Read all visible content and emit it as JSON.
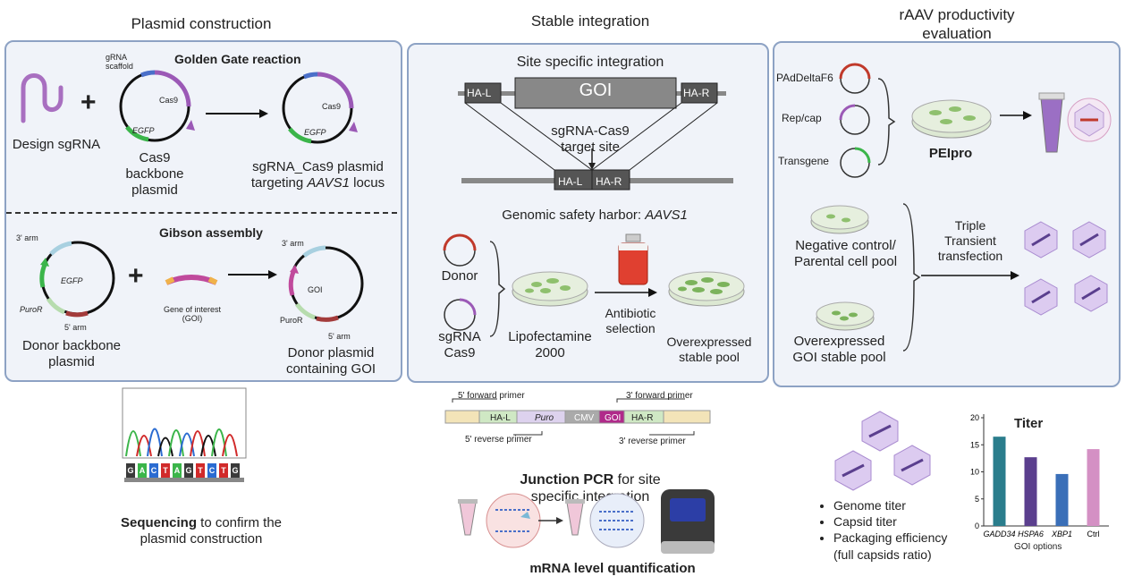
{
  "sections": {
    "plasmid": "Plasmid construction",
    "stable": "Stable integration",
    "raav": "rAAV productivity\nevaluation"
  },
  "plasmid": {
    "golden_gate": "Golden Gate reaction",
    "design_sgrna": "Design sgRNA",
    "grna_scaffold": "gRNA\nscaffold",
    "cas9": "Cas9",
    "egfp": "EGFP",
    "cas9_backbone": "Cas9\nbackbone\nplasmid",
    "sgrna_plasmid_l1": "sgRNA_Cas9 plasmid",
    "sgrna_plasmid_l2": "targeting ",
    "sgrna_plasmid_locus": "AAVS1",
    "sgrna_plasmid_l2b": " locus",
    "gibson": "Gibson assembly",
    "arm3": "3' arm",
    "arm5": "5' arm",
    "puror": "PuroR",
    "goi": "GOI",
    "gene_of_interest": "Gene of interest\n(GOI)",
    "donor_backbone": "Donor backbone\nplasmid",
    "donor_goi": "Donor plasmid\ncontaining GOI",
    "seq_letters": [
      "G",
      "A",
      "C",
      "T",
      "A",
      "G",
      "T",
      "C",
      "T",
      "G"
    ],
    "sequencing_bold": "Sequencing",
    "sequencing_rest": " to confirm the\nplasmid construction"
  },
  "stable": {
    "site_specific": "Site specific integration",
    "hal": "HA-L",
    "goi": "GOI",
    "har": "HA-R",
    "target_site": "sgRNA-Cas9\ntarget site",
    "safety_harbor": "Genomic safety harbor: ",
    "safety_locus": "AAVS1",
    "donor": "Donor",
    "sgrna_cas9": "sgRNA\nCas9",
    "lipofectamine": "Lipofectamine\n2000",
    "antibiotic": "Antibiotic\nselection",
    "overexpressed": "Overexpressed\nstable pool",
    "fwd5": "5' forward primer",
    "rev5": "5' reverse primer",
    "fwd3": "3' forward primer",
    "rev3": "3' reverse primer",
    "seg_hal": "HA-L",
    "seg_puro": "Puro",
    "seg_cmv": "CMV",
    "seg_goi": "GOI",
    "seg_har": "HA-R",
    "junction_bold": "Junction PCR",
    "junction_rest": " for site\nspecific integration",
    "mrna": "mRNA level quantification"
  },
  "raav": {
    "padelta": "PAdDeltaF6",
    "repcap": "Rep/cap",
    "transgene": "Transgene",
    "peipro": "PEIpro",
    "neg_control": "Negative control/\nParental cell pool",
    "overexpressed_goi": "Overexpressed\nGOI stable pool",
    "triple": "Triple\nTransient\ntransfection",
    "bullets": [
      "Genome titer",
      "Capsid titer",
      "Packaging efficiency\n(full capsids ratio)"
    ]
  },
  "chart_data": {
    "type": "bar",
    "title": "Titer",
    "categories": [
      "GADD34",
      "HSPA6",
      "XBP1",
      "Ctrl"
    ],
    "values": [
      16.5,
      12.7,
      9.6,
      14.2
    ],
    "colors": [
      "#2a7d8c",
      "#5b3f8e",
      "#3a6fb8",
      "#d490c4"
    ],
    "xlabel": "GOI options",
    "ylabel": "",
    "ylim": [
      0,
      20
    ],
    "yticks": [
      "0",
      "5",
      "10",
      "15",
      "20"
    ],
    "grid": false
  }
}
